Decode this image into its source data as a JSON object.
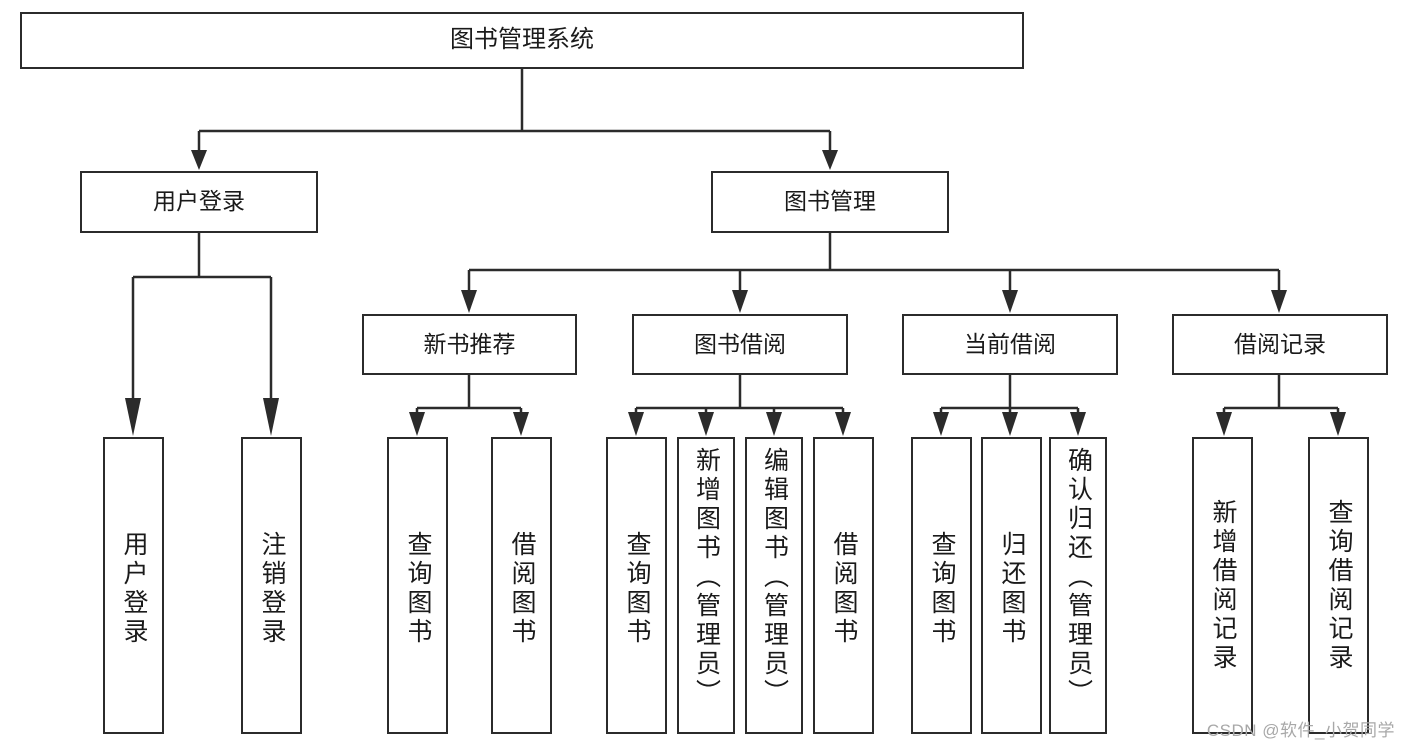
{
  "diagram": {
    "title_text": "图书管理系统",
    "watermark": "CSDN @软件_小贺同学",
    "colors": {
      "stroke": "#2b2b2b",
      "fill": "#ffffff",
      "text": "#1a1a1a",
      "watermark": "#a8a8a8"
    },
    "nodes": {
      "root": {
        "label": "图书管理系统"
      },
      "level2": [
        {
          "id": "user-login",
          "label": "用户登录"
        },
        {
          "id": "book-management",
          "label": "图书管理"
        }
      ],
      "level3": [
        {
          "id": "new-book-recommend",
          "label": "新书推荐"
        },
        {
          "id": "book-borrow",
          "label": "图书借阅"
        },
        {
          "id": "current-borrow",
          "label": "当前借阅"
        },
        {
          "id": "borrow-record",
          "label": "借阅记录"
        }
      ],
      "leaves": {
        "user_login": [
          {
            "id": "leaf-user-login",
            "label": "用户登录"
          },
          {
            "id": "leaf-logout-login",
            "label": "注销登录"
          }
        ],
        "new_book_recommend": [
          {
            "id": "leaf-query-book-1",
            "label": "查询图书"
          },
          {
            "id": "leaf-borrow-book-1",
            "label": "借阅图书"
          }
        ],
        "book_borrow": [
          {
            "id": "leaf-query-book-2",
            "label": "查询图书"
          },
          {
            "id": "leaf-add-book",
            "label": "新增图书（管理员）"
          },
          {
            "id": "leaf-edit-book",
            "label": "编辑图书（管理员）"
          },
          {
            "id": "leaf-borrow-book-2",
            "label": "借阅图书"
          }
        ],
        "current_borrow": [
          {
            "id": "leaf-query-book-3",
            "label": "查询图书"
          },
          {
            "id": "leaf-return-book",
            "label": "归还图书"
          },
          {
            "id": "leaf-confirm-return",
            "label": "确认归还（管理员）"
          }
        ],
        "borrow_record": [
          {
            "id": "leaf-add-borrow-record",
            "label": "新增借阅记录"
          },
          {
            "id": "leaf-query-borrow-record",
            "label": "查询借阅记录"
          }
        ]
      }
    }
  }
}
